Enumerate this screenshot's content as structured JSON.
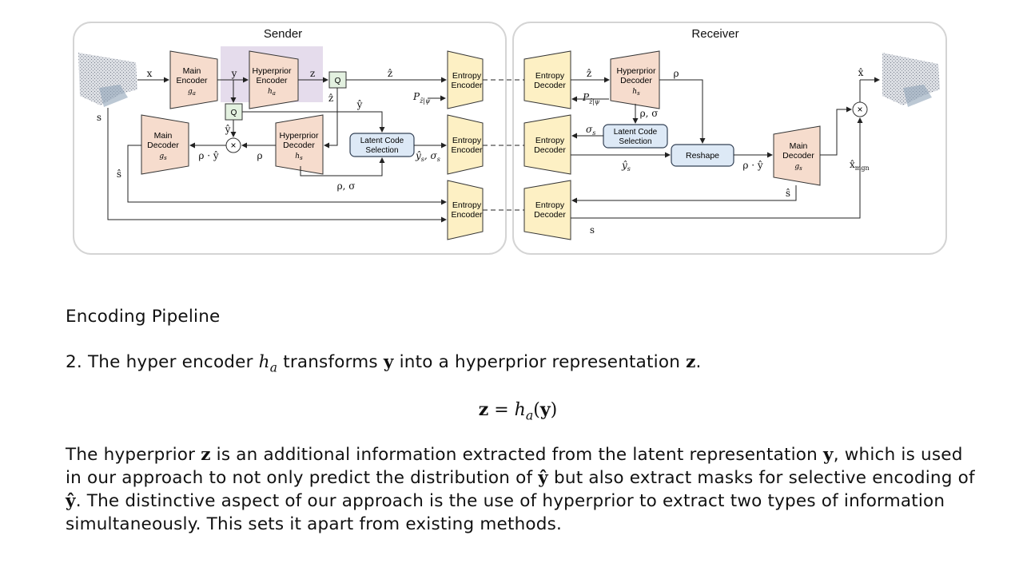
{
  "colors": {
    "encoder_fill": "#f6dccd",
    "entropy_fill": "#fdf0c4",
    "entropy_stroke": "#333333",
    "selection_fill": "#dde9f6",
    "selection_stroke": "#334155",
    "q_fill": "#e3f1e0",
    "highlight": "#e5dcec",
    "panel_stroke": "#d4d4d4"
  },
  "diagram": {
    "sender": {
      "title": "Sender",
      "main_encoder": {
        "line1": "Main",
        "line2": "Encoder",
        "sym": "ga"
      },
      "hyperprior_encoder": {
        "line1": "Hyperprior",
        "line2": "Encoder",
        "sym": "ha"
      },
      "main_decoder": {
        "line1": "Main",
        "line2": "Decoder",
        "sym": "gs"
      },
      "hyperprior_decoder": {
        "line1": "Hyperprior",
        "line2": "Decoder",
        "sym": "hs"
      },
      "q_label": "Q",
      "latent_selection": {
        "line1": "Latent Code",
        "line2": "Selection"
      },
      "entropy_encoder": {
        "line1": "Entropy",
        "line2": "Encoder"
      },
      "labels": {
        "x": "x",
        "y": "y",
        "z": "z",
        "zhat": "ẑ",
        "yhat": "ŷ",
        "s": "s",
        "shat": "ŝ",
        "rho": "ρ",
        "rho_yhat": "ρ · ŷ",
        "rho_sigma": "ρ, σ",
        "yhat_s_sigma_s": "ŷs, σs",
        "p_z_psi": "P",
        "p_sub": "ẑ|ψ",
        "multiply": "×"
      }
    },
    "receiver": {
      "title": "Receiver",
      "entropy_decoder": {
        "line1": "Entropy",
        "line2": "Decoder"
      },
      "hyperprior_decoder": {
        "line1": "Hyperprior",
        "line2": "Decoder",
        "sym": "hs"
      },
      "latent_selection": {
        "line1": "Latent Code",
        "line2": "Selection"
      },
      "reshape": "Reshape",
      "main_decoder": {
        "line1": "Main",
        "line2": "Decoder",
        "sym": "gs"
      },
      "labels": {
        "zhat": "ẑ",
        "rho": "ρ",
        "rho_sigma": "ρ, σ",
        "sigma_s": "σs",
        "yhat_s": "ŷs",
        "rho_yhat": "ρ · ŷ",
        "xhat": "x̂",
        "xhat_mgn": "x̂",
        "mgn_sub": "mgn",
        "shat": "ŝ",
        "s": "s",
        "multiply": "×"
      }
    }
  },
  "text": {
    "heading": "Encoding Pipeline",
    "step_prefix": "2. The hyper encoder ",
    "step_h": "h",
    "step_a": "a",
    "step_mid": " transforms ",
    "step_y": "y",
    "step_mid2": " into a hyperprior representation ",
    "step_z": "z",
    "step_end": ".",
    "eq_z": "z",
    "eq_eq": " = ",
    "eq_h": "h",
    "eq_a": "a",
    "eq_open": "(",
    "eq_y": "y",
    "eq_close": ")",
    "p1": "The hyperprior ",
    "p_z": "z",
    "p2": " is an additional information extracted from the latent representation ",
    "p_y": "y",
    "p3": ", which is used in our approach to not only predict the distribution of ",
    "p_yhat": "ŷ",
    "p4": " but also extract masks for selective encoding of ",
    "p_yhat2": "ŷ",
    "p5": ". The distinctive aspect of our approach is the use of hyperprior to extract two types of information simultaneously. This sets it apart from existing methods."
  }
}
